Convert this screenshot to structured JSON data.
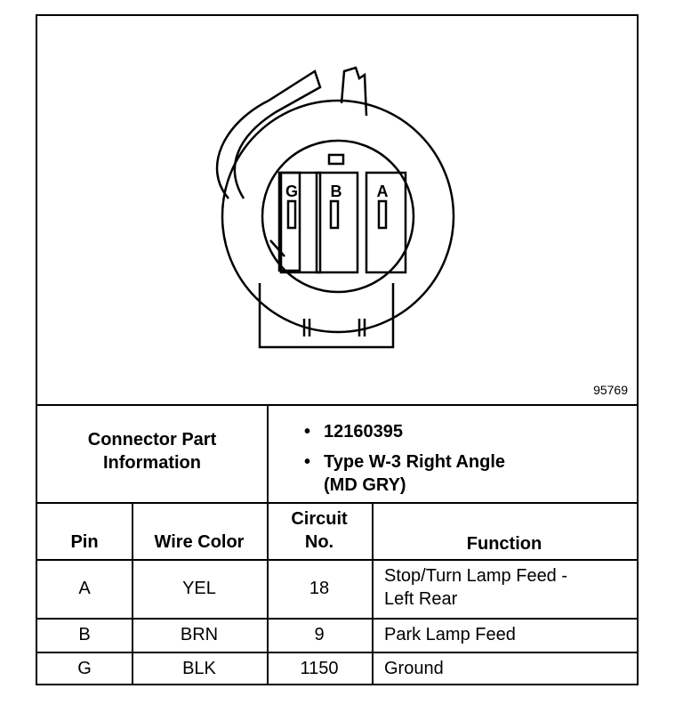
{
  "diagram": {
    "figure_number": "95769",
    "pin_labels": [
      "G",
      "B",
      "A"
    ]
  },
  "connector_info": {
    "label": "Connector Part Information",
    "part_number": "12160395",
    "type_line1": "Type W-3 Right Angle",
    "type_line2": "(MD GRY)"
  },
  "table": {
    "headers": {
      "pin": "Pin",
      "wire_color": "Wire Color",
      "circuit_line1": "Circuit",
      "circuit_line2": "No.",
      "function": "Function"
    },
    "rows": [
      {
        "pin": "A",
        "wire_color": "YEL",
        "circuit": "18",
        "function_line1": "Stop/Turn Lamp Feed -",
        "function_line2": "Left Rear"
      },
      {
        "pin": "B",
        "wire_color": "BRN",
        "circuit": "9",
        "function_line1": "Park Lamp Feed",
        "function_line2": ""
      },
      {
        "pin": "G",
        "wire_color": "BLK",
        "circuit": "1150",
        "function_line1": "Ground",
        "function_line2": ""
      }
    ]
  }
}
